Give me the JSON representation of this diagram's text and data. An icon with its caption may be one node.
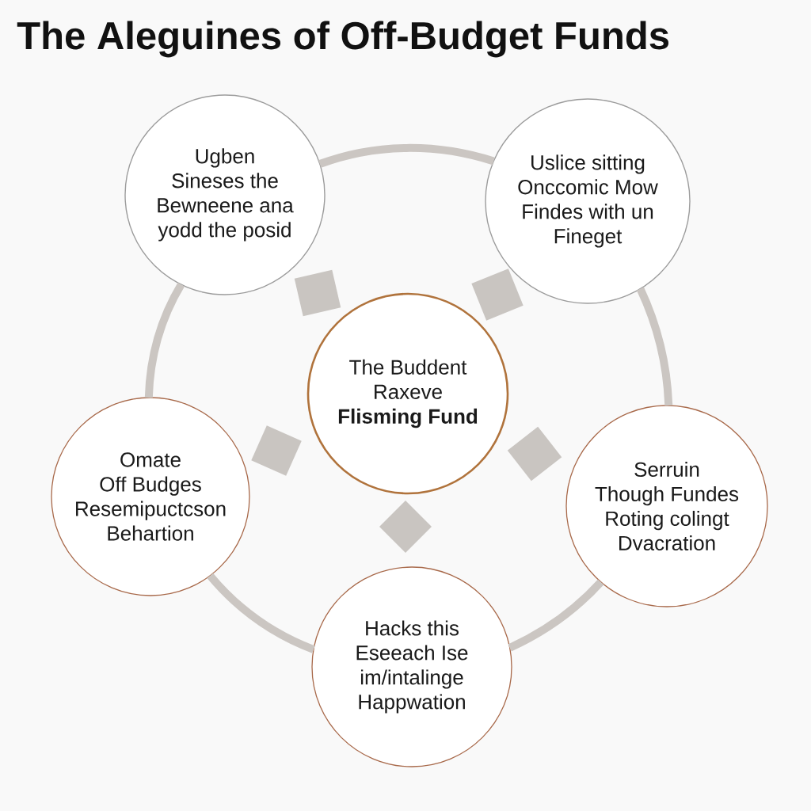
{
  "diagram": {
    "title": "The Aleguines of Off-Budget Funds",
    "nodes": [
      {
        "text": [
          "Ugben Sineses the Bewneene ana yodd the posid"
        ]
      },
      {
        "text": [
          "Uslice sitting Onccomic Mow Findes with un Fineget"
        ]
      },
      {
        "text": [],
        "shape": "diamond"
      },
      {
        "text": [],
        "shape": "diamond"
      },
      {
        "text": [
          "The Buddent Raxeve",
          "Flisming Fund"
        ]
      },
      {
        "text": [],
        "shape": "diamond"
      },
      {
        "text": [],
        "shape": "diamond"
      },
      {
        "text": [
          "Omate Off Budges Resemipuctcson Behartion"
        ]
      },
      {
        "text": [
          "Serruin Though Fundes Roting colingt Dvacration"
        ]
      },
      {
        "text": [],
        "shape": "diamond"
      },
      {
        "text": [
          "Hacks this Eseeach Ise im/intalinge Happwation"
        ]
      }
    ],
    "edges": [
      {
        "from": 0,
        "to": 1,
        "arrow": "none"
      },
      {
        "from": 1,
        "to": 8,
        "arrow": "none"
      },
      {
        "from": 8,
        "to": 10,
        "arrow": "none"
      },
      {
        "from": 10,
        "to": 7,
        "arrow": "none"
      },
      {
        "from": 7,
        "to": 0,
        "arrow": "none"
      }
    ]
  }
}
